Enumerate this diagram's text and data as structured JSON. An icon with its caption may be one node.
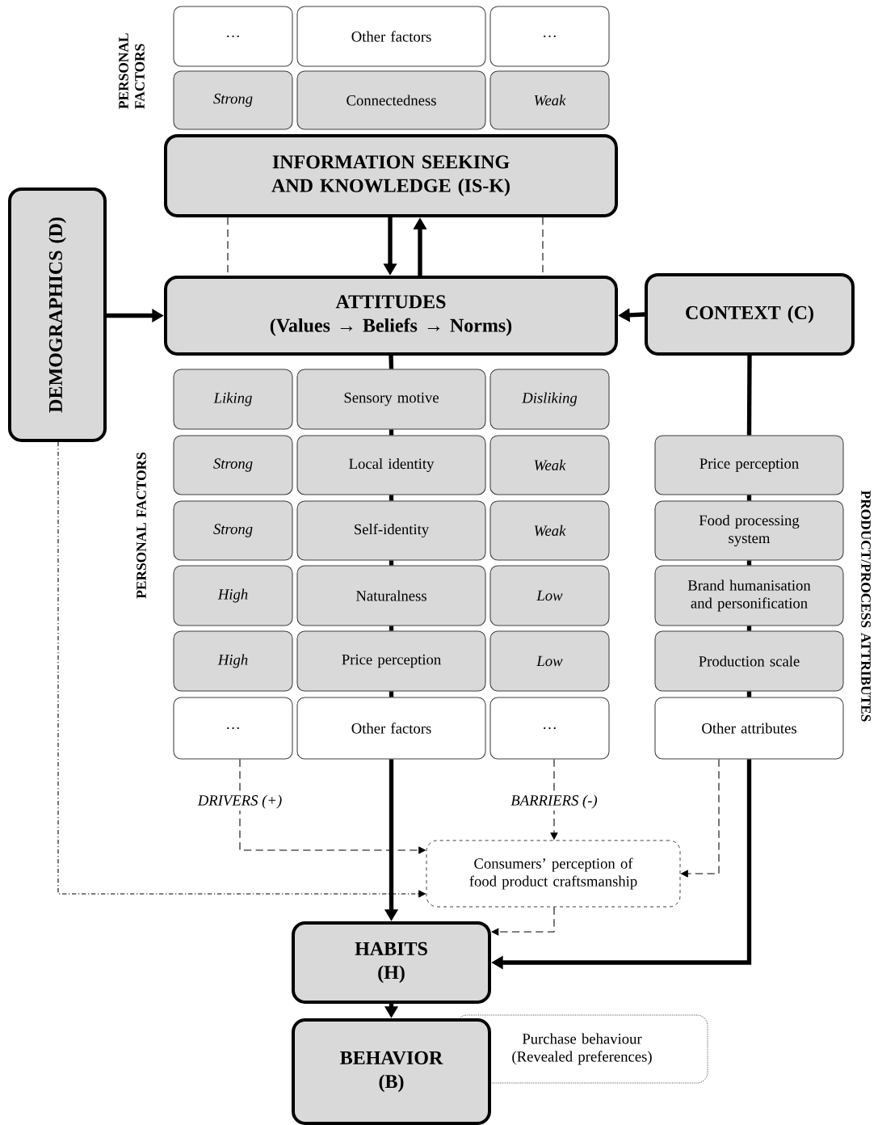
{
  "diagram": {
    "nodes": [
      {
        "text": [
          "…"
        ]
      },
      {
        "text": [
          "Other factors"
        ]
      },
      {
        "text": [
          "…"
        ]
      },
      {
        "text": [
          "Strong"
        ]
      },
      {
        "text": [
          "Connectedness"
        ]
      },
      {
        "text": [
          "Weak"
        ]
      },
      {
        "text": [
          "INFORMATION SEEKING AND KNOWLEDGE (IS-K)"
        ]
      },
      {
        "text": [
          "DEMOGRAPHICS (D)"
        ]
      },
      {
        "text": [
          "ATTITUDES",
          "(Values → Beliefs → Norms)"
        ]
      },
      {
        "text": [
          "CONTEXT (C)"
        ]
      },
      {
        "text": [
          "Liking"
        ]
      },
      {
        "text": [
          "Sensory motive"
        ]
      },
      {
        "text": [
          "Disliking"
        ]
      },
      {
        "text": [
          "Strong"
        ]
      },
      {
        "text": [
          "Local identity"
        ]
      },
      {
        "text": [
          "Weak"
        ]
      },
      {
        "text": [
          "Price perception"
        ]
      },
      {
        "text": [
          "Strong"
        ]
      },
      {
        "text": [
          "Self-identity"
        ]
      },
      {
        "text": [
          "Weak"
        ]
      },
      {
        "text": [
          "Food processing system"
        ]
      },
      {
        "text": [
          "High"
        ]
      },
      {
        "text": [
          "Naturalness"
        ]
      },
      {
        "text": [
          "Low"
        ]
      },
      {
        "text": [
          "Brand humanisation and personification"
        ]
      },
      {
        "text": [
          "High"
        ]
      },
      {
        "text": [
          "Price perception"
        ]
      },
      {
        "text": [
          "Low"
        ]
      },
      {
        "text": [
          "Production scale"
        ]
      },
      {
        "text": [
          "…"
        ]
      },
      {
        "text": [
          "Other factors"
        ]
      },
      {
        "text": [
          "…"
        ]
      },
      {
        "text": [
          "Other attributes"
        ]
      },
      {
        "text": [
          "Consumers’ perception of food product craftsmanship"
        ]
      },
      {
        "text": [
          "HABITS (H)"
        ]
      },
      {
        "text": [
          "Purchase behaviour (Revealed preferences)"
        ]
      },
      {
        "text": [
          "BEHAVIOR (B)"
        ]
      }
    ],
    "edges": [
      {
        "from": 6,
        "to": 8,
        "arrow": "to"
      },
      {
        "from": 8,
        "to": 6,
        "arrow": "to"
      },
      {
        "from": 6,
        "to": 8,
        "arrow": "none",
        "style": "dashed"
      },
      {
        "from": 6,
        "to": 8,
        "arrow": "none",
        "style": "dashed"
      },
      {
        "from": 7,
        "to": 8,
        "arrow": "to"
      },
      {
        "from": 9,
        "to": 8,
        "arrow": "to"
      },
      {
        "from": 8,
        "to": 11,
        "arrow": "none"
      },
      {
        "from": 11,
        "to": 14,
        "arrow": "none"
      },
      {
        "from": 14,
        "to": 18,
        "arrow": "none"
      },
      {
        "from": 18,
        "to": 22,
        "arrow": "none"
      },
      {
        "from": 22,
        "to": 26,
        "arrow": "none"
      },
      {
        "from": 26,
        "to": 30,
        "arrow": "none"
      },
      {
        "from": 30,
        "to": 34,
        "arrow": "to"
      },
      {
        "from": 9,
        "to": 16,
        "arrow": "none"
      },
      {
        "from": 16,
        "to": 20,
        "arrow": "none"
      },
      {
        "from": 20,
        "to": 24,
        "arrow": "none"
      },
      {
        "from": 24,
        "to": 28,
        "arrow": "none"
      },
      {
        "from": 28,
        "to": 32,
        "arrow": "none"
      },
      {
        "from": 32,
        "to": 34,
        "arrow": "to"
      },
      {
        "from": 29,
        "to": 33,
        "arrow": "to",
        "style": "dashed",
        "label": "DRIVERS (+)"
      },
      {
        "from": 31,
        "to": 33,
        "arrow": "to",
        "style": "dashed",
        "label": "BARRIERS (-)"
      },
      {
        "from": 32,
        "to": 33,
        "arrow": "to",
        "style": "dashed"
      },
      {
        "from": 7,
        "to": 33,
        "arrow": "to",
        "style": "dashed"
      },
      {
        "from": 33,
        "to": 34,
        "arrow": "to",
        "style": "dashed"
      },
      {
        "from": 34,
        "to": 36,
        "arrow": "to"
      }
    ],
    "labels": [
      "PERSONAL FACTORS",
      "PERSONAL FACTORS",
      "PRODUCT/PROCESS ATTRIBUTES"
    ]
  }
}
